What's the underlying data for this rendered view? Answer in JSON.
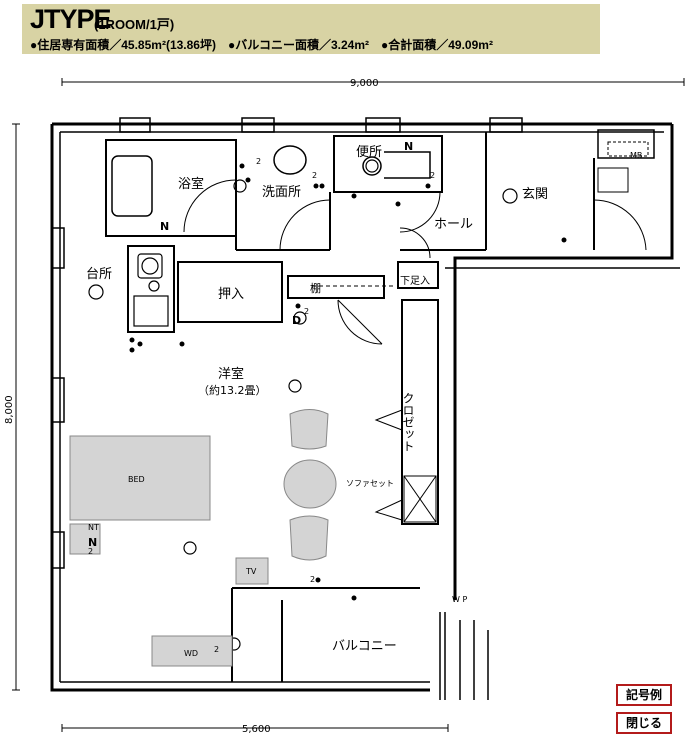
{
  "header": {
    "type_title": "JTYPE",
    "type_sub": "(1ROOM/1戸)",
    "area_line": "●住居専有面積／45.85m²(13.86坪)　●バルコニー面積／3.24m²　●合計面積／49.09m²"
  },
  "dimensions": {
    "top": "9,000",
    "left": "8,000",
    "bottom": "5,600"
  },
  "rooms": {
    "bath": "浴室",
    "washroom": "洗面所",
    "toilet": "便所",
    "entrance": "玄関",
    "hall": "ホール",
    "kitchen": "台所",
    "oshiire": "押入",
    "shelf": "棚",
    "shoe": "下足入",
    "western": "洋室",
    "western_size": "（約13.2畳）",
    "closet": "クロゼット",
    "bed": "BED",
    "sofa": "ソファセット",
    "tv": "TV",
    "wd": "WD",
    "balcony": "バルコニー",
    "mb": "MB",
    "wp": "W P",
    "nt": "NT"
  },
  "symbols": {
    "n": "N",
    "d": "D",
    "two": "2"
  },
  "buttons": {
    "legend": "記号例",
    "close": "閉じる"
  },
  "colors": {
    "header_bg": "#d8d3a4",
    "furniture": "#d4d4d4",
    "button_border": "#b31b1b"
  }
}
